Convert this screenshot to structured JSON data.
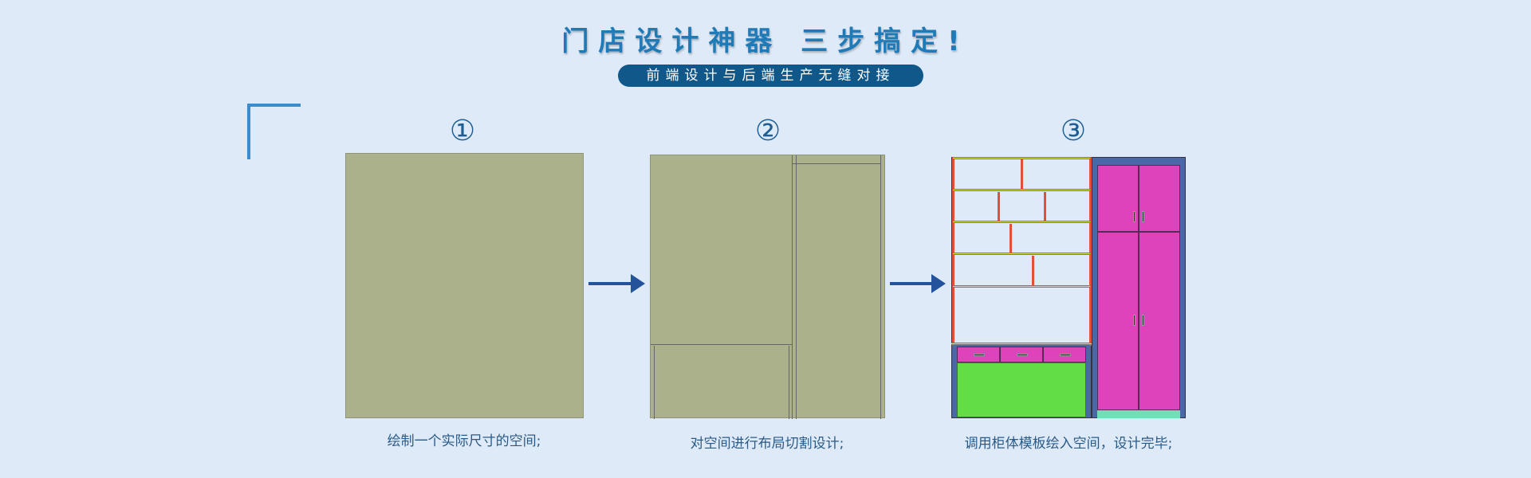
{
  "header": {
    "title": "门店设计神器  三步搞定!",
    "subtitle": "前端设计与后端生产无缝对接"
  },
  "steps": [
    {
      "number": "①",
      "caption": "绘制一个实际尺寸的空间;"
    },
    {
      "number": "②",
      "caption": "对空间进行布局切割设计;"
    },
    {
      "number": "③",
      "caption": "调用柜体模板绘入空间，设计完毕;"
    }
  ],
  "colors": {
    "background": "#dfeaf8",
    "accent": "#10578a",
    "space": "#abb18b",
    "door": "#dd44bb",
    "drawer_front": "#62dd46",
    "frame": "#4a68a8"
  }
}
